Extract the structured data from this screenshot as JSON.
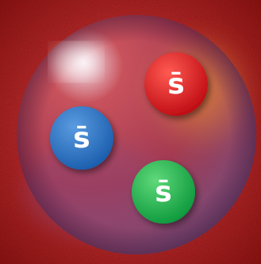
{
  "background": {
    "colors": [
      "#e04a45",
      "#c42a2a",
      "#9a1414"
    ]
  },
  "sphere": {
    "colors": [
      "#f4e6ee",
      "#c8525c",
      "#a43a52",
      "#7a4b78"
    ],
    "accent": "#e08a3a"
  },
  "quarks": [
    {
      "label": "s̄",
      "color_name": "red",
      "color": "#c00d14",
      "highlight": "#ff5a52"
    },
    {
      "label": "s̄",
      "color_name": "blue",
      "color": "#1c5fae",
      "highlight": "#5a9be0"
    },
    {
      "label": "s̄",
      "color_name": "green",
      "color": "#0f9a3e",
      "highlight": "#5fd97a"
    }
  ]
}
